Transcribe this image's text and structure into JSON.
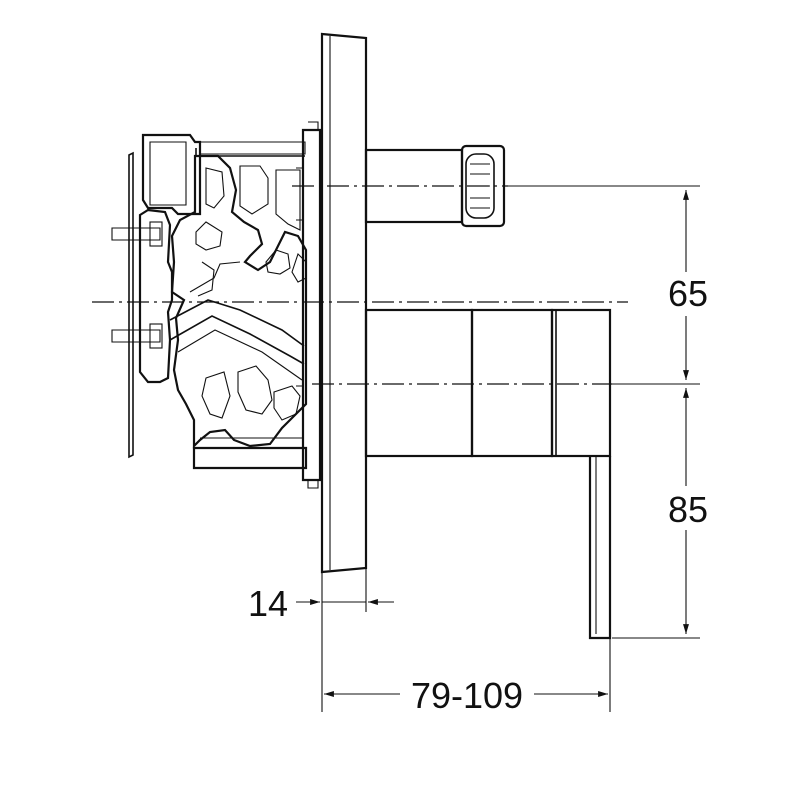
{
  "dimensions": {
    "upper_vertical": "65",
    "lower_vertical": "85",
    "plate_thickness": "14",
    "projection": "79-109"
  }
}
